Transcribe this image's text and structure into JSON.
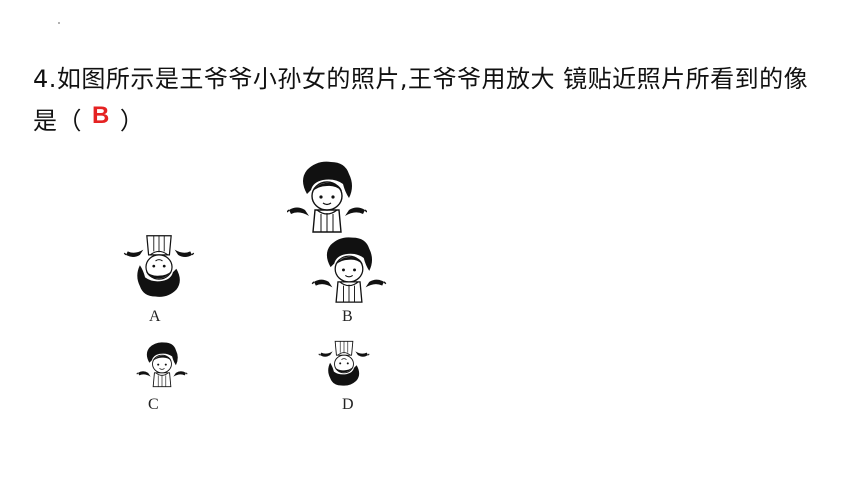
{
  "question": {
    "line1": "4.如图所示是王爷爷小孙女的照片,王爷爷用放大  镜贴近照片所看到的像",
    "line2_prefix": "是（",
    "answer": "B",
    "line2_suffix": "）"
  },
  "options": [
    {
      "label": "A"
    },
    {
      "label": "B"
    },
    {
      "label": "C"
    },
    {
      "label": "D"
    }
  ],
  "colors": {
    "answer": "#e52222",
    "ink": "#111111"
  },
  "icons": {
    "girl": "girl-portrait-icon"
  }
}
